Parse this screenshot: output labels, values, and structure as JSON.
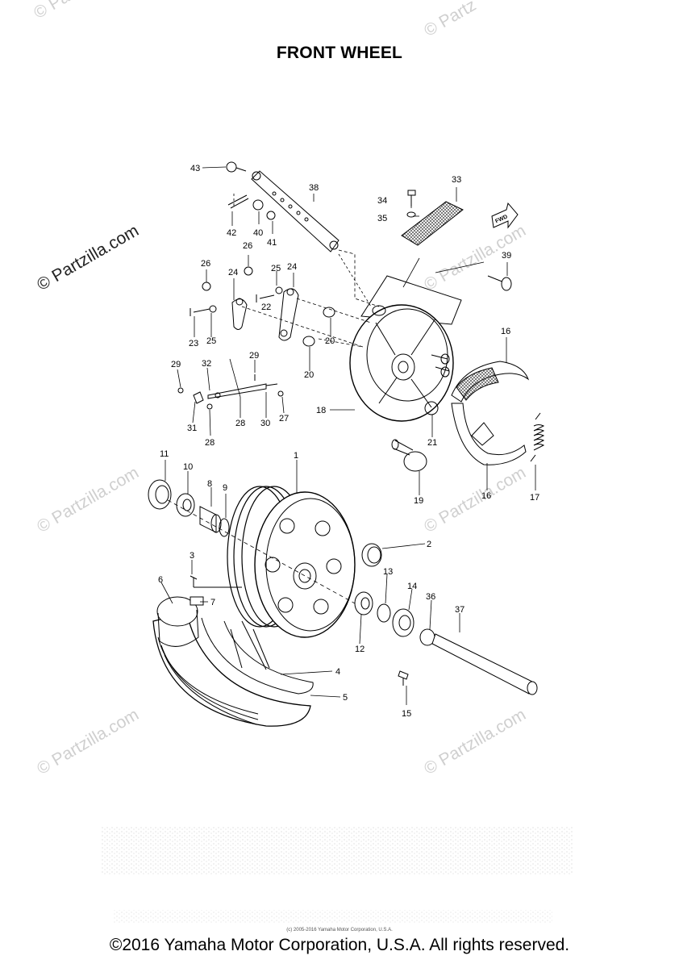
{
  "title": "FRONT WHEEL",
  "watermark": "© Partzilla.com",
  "watermark_short": "© Partz",
  "copyright": "©2016 Yamaha Motor Corporation, U.S.A. All rights reserved.",
  "tiny_copyright": "(c) 2005-2016 Yamaha Motor Corporation, U.S.A.",
  "fwd_label": "FWD",
  "callouts": [
    {
      "id": "c1",
      "text": "1"
    },
    {
      "id": "c2",
      "text": "2"
    },
    {
      "id": "c3",
      "text": "3"
    },
    {
      "id": "c4",
      "text": "4"
    },
    {
      "id": "c5",
      "text": "5"
    },
    {
      "id": "c6",
      "text": "6"
    },
    {
      "id": "c7",
      "text": "7"
    },
    {
      "id": "c8",
      "text": "8"
    },
    {
      "id": "c9",
      "text": "9"
    },
    {
      "id": "c10",
      "text": "10"
    },
    {
      "id": "c11",
      "text": "11"
    },
    {
      "id": "c12",
      "text": "12"
    },
    {
      "id": "c13",
      "text": "13"
    },
    {
      "id": "c14",
      "text": "14"
    },
    {
      "id": "c15",
      "text": "15"
    },
    {
      "id": "c16a",
      "text": "16"
    },
    {
      "id": "c16b",
      "text": "16"
    },
    {
      "id": "c17",
      "text": "17"
    },
    {
      "id": "c18",
      "text": "18"
    },
    {
      "id": "c19",
      "text": "19"
    },
    {
      "id": "c20a",
      "text": "20"
    },
    {
      "id": "c20b",
      "text": "20"
    },
    {
      "id": "c21",
      "text": "21"
    },
    {
      "id": "c22",
      "text": "22"
    },
    {
      "id": "c23",
      "text": "23"
    },
    {
      "id": "c24a",
      "text": "24"
    },
    {
      "id": "c24b",
      "text": "24"
    },
    {
      "id": "c25a",
      "text": "25"
    },
    {
      "id": "c25b",
      "text": "25"
    },
    {
      "id": "c26a",
      "text": "26"
    },
    {
      "id": "c26b",
      "text": "26"
    },
    {
      "id": "c27",
      "text": "27"
    },
    {
      "id": "c28a",
      "text": "28"
    },
    {
      "id": "c28b",
      "text": "28"
    },
    {
      "id": "c29a",
      "text": "29"
    },
    {
      "id": "c29b",
      "text": "29"
    },
    {
      "id": "c30",
      "text": "30"
    },
    {
      "id": "c31",
      "text": "31"
    },
    {
      "id": "c32",
      "text": "32"
    },
    {
      "id": "c33",
      "text": "33"
    },
    {
      "id": "c34",
      "text": "34"
    },
    {
      "id": "c35",
      "text": "35"
    },
    {
      "id": "c36",
      "text": "36"
    },
    {
      "id": "c37",
      "text": "37"
    },
    {
      "id": "c38",
      "text": "38"
    },
    {
      "id": "c39",
      "text": "39"
    },
    {
      "id": "c40",
      "text": "40"
    },
    {
      "id": "c41",
      "text": "41"
    },
    {
      "id": "c42",
      "text": "42"
    },
    {
      "id": "c43",
      "text": "43"
    }
  ]
}
